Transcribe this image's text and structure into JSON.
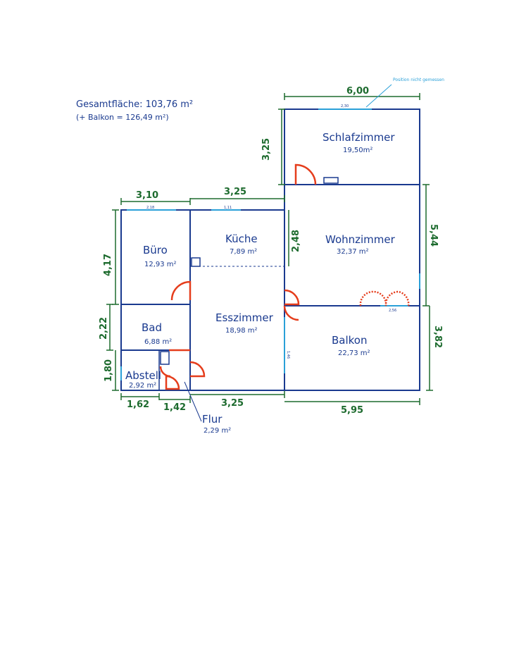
{
  "summary": {
    "total_area": "Gesamtfläche: 103,76 m²",
    "balcony_total": "(+ Balkon = 126,49 m²)"
  },
  "rooms": {
    "schlafzimmer": {
      "name": "Schlafzimmer",
      "area": "19,50m²"
    },
    "kueche": {
      "name": "Küche",
      "area": "7,89 m²"
    },
    "buero": {
      "name": "Büro",
      "area": "12,93 m²"
    },
    "wohnzimmer": {
      "name": "Wohnzimmer",
      "area": "32,37 m²"
    },
    "esszimmer": {
      "name": "Esszimmer",
      "area": "18,98 m²"
    },
    "bad": {
      "name": "Bad",
      "area": "6,88 m²"
    },
    "balkon": {
      "name": "Balkon",
      "area": "22,73 m²"
    },
    "abstell": {
      "name": "Abstell",
      "area": "2,92 m²"
    },
    "flur": {
      "name": "Flur",
      "area": "2,29 m²"
    }
  },
  "dimensions": {
    "top_width": "6,00",
    "schlaf_height": "3,25",
    "buero_width": "3,10",
    "kueche_width": "3,25",
    "buero_height": "4,17",
    "kueche_height": "2,48",
    "wohn_height": "5,44",
    "bad_height": "2,22",
    "abstell_height": "1,80",
    "balkon_height": "3,82",
    "bottom_left": "1,62",
    "bottom_flur": "1,42",
    "bottom_ess": "3,25",
    "bottom_balkon": "5,95"
  },
  "small_dims": {
    "window_top": "2,30",
    "buero_window": "2,18",
    "kueche_window": "1,11",
    "wohn_window": "2,56",
    "ess_window": "1,46"
  },
  "note": "Position nicht gemessen"
}
